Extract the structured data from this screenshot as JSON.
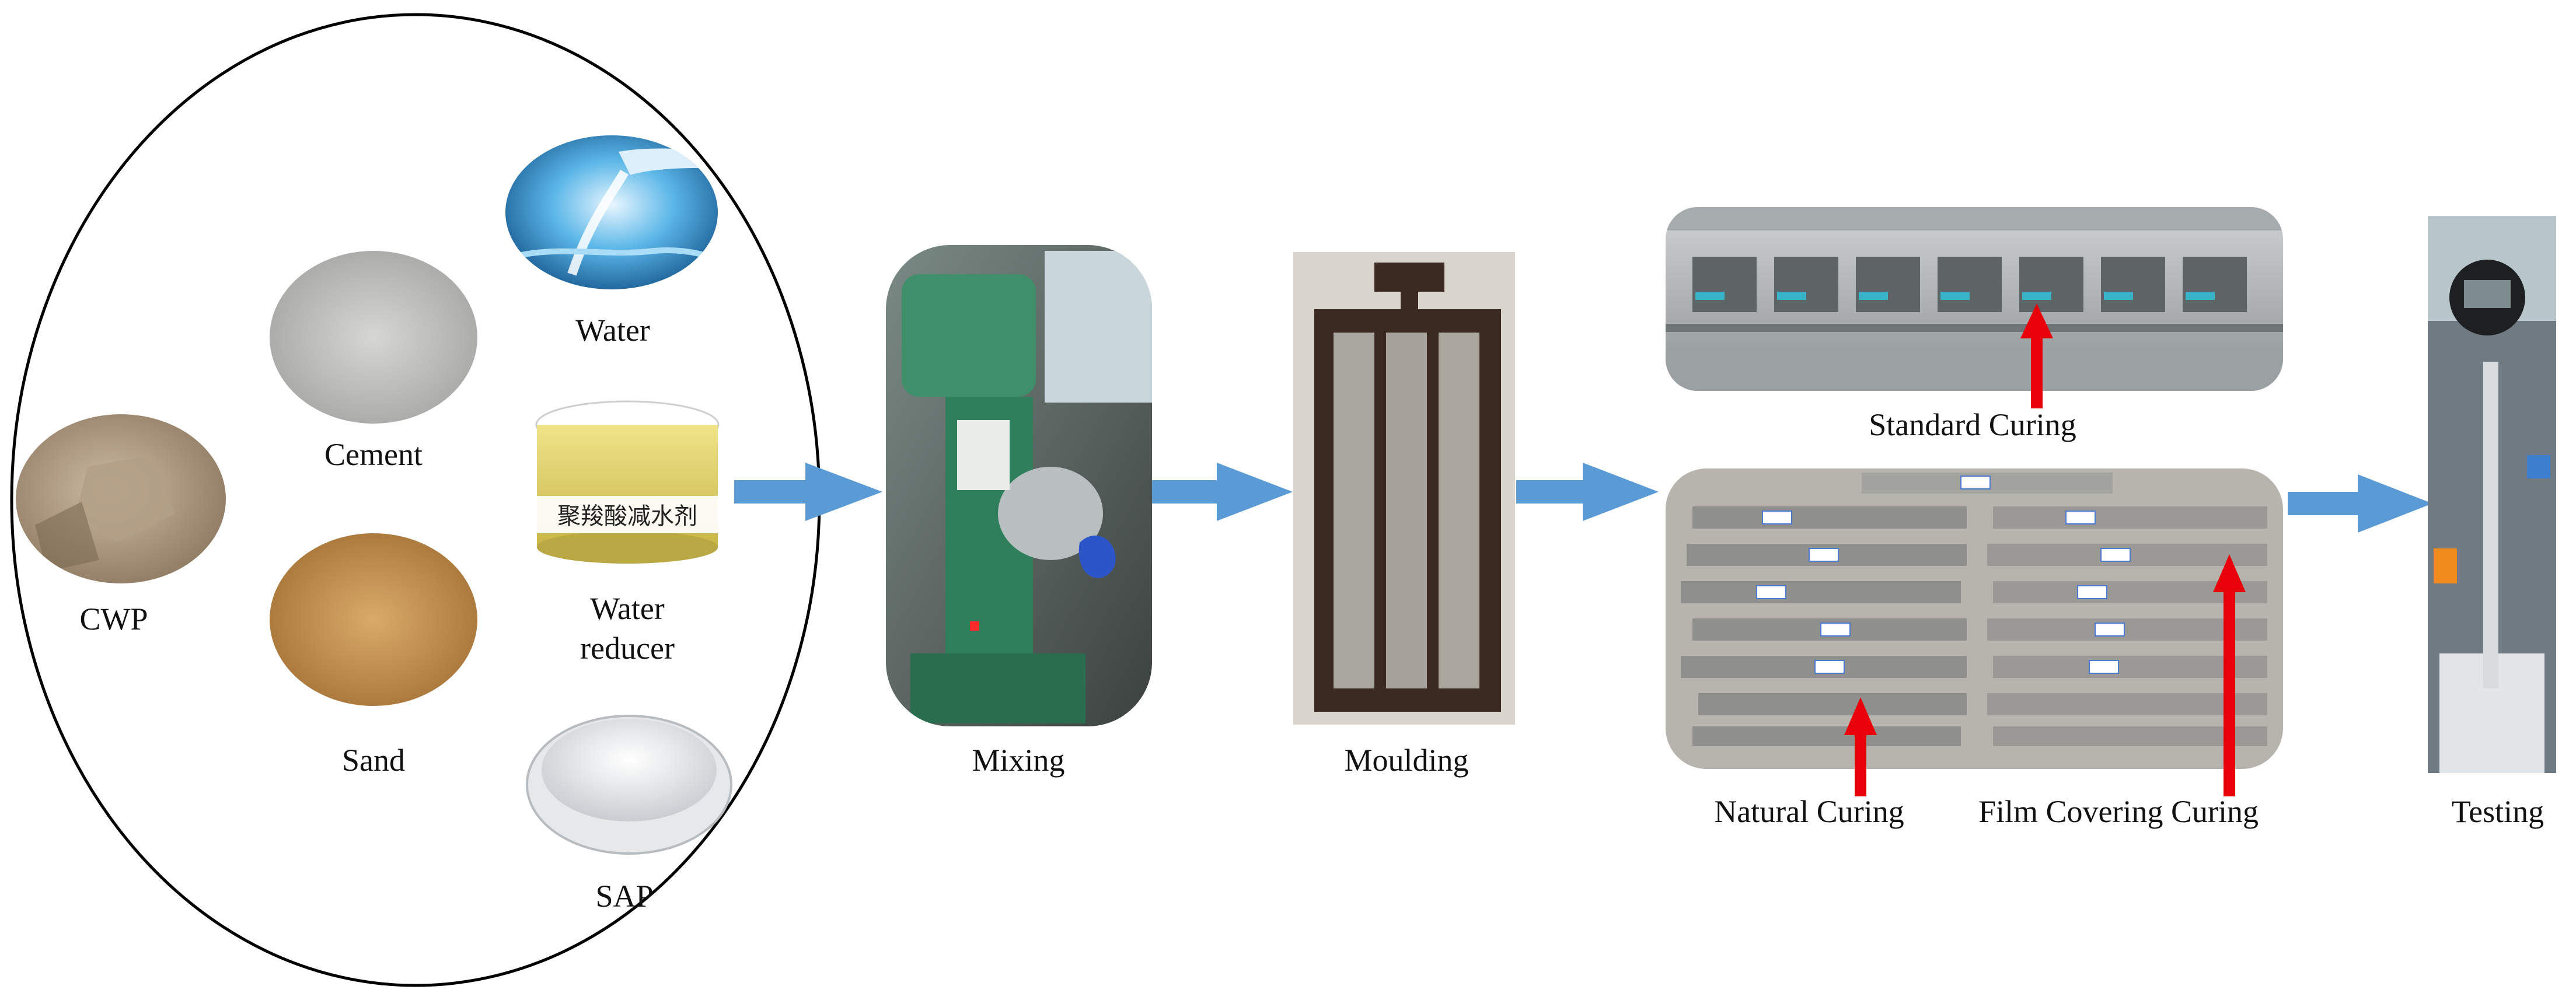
{
  "materials": {
    "water": "Water",
    "cement": "Cement",
    "cwp": "CWP",
    "water_reducer_line1": "Water",
    "water_reducer_line2": "reducer",
    "water_reducer_bottle_text": "聚羧酸减水剂",
    "sand": "Sand",
    "sap": "SAP"
  },
  "steps": {
    "mixing": "Mixing",
    "moulding": "Moulding",
    "standard_curing": "Standard Curing",
    "natural_curing": "Natural Curing",
    "film_covering_curing": "Film Covering Curing",
    "testing": "Testing"
  },
  "colors": {
    "flow_arrow": "#5b9bd5",
    "marker_arrow": "#e8000b"
  }
}
